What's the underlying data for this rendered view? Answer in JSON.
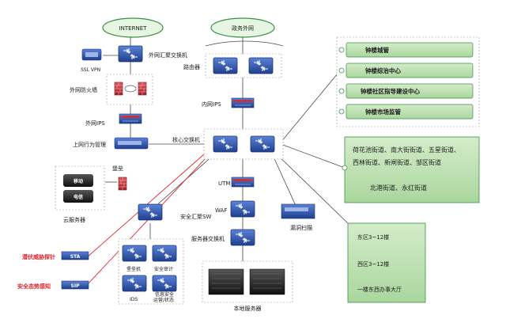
{
  "internet_label": "INTERNET",
  "gov_net_label": "政务外网",
  "ssl_vpn_label": "SSL VPN",
  "outer_agg_switch_label": "外网汇聚交换机",
  "router_label": "路由器",
  "outer_firewall_label": "外网防火墙",
  "inner_ips_label": "内网IPS",
  "outer_ips_label": "外网IPS",
  "behavior_mgmt_label": "上网行为管理",
  "core_switch_label": "核心交换机",
  "bastion_label": "堡垒",
  "utm_label": "UTM",
  "waf_label": "WAF",
  "sec_agg_switch_label": "安全汇聚SW",
  "server_switch_label": "服务器交换机",
  "vuln_scan_label": "漏洞扫描",
  "cloud_server_label": "云服务器",
  "cloud_mobile_label": "移动",
  "cloud_telecom_label": "电信",
  "sta_label": "STA",
  "sip_label": "SIP",
  "red_label_top": "潜伏威胁探针",
  "red_label_bottom": "安全态势感知",
  "local_server_label": "本地服务器",
  "ids_box": {
    "bastion_machine": "堡垒机",
    "security_audit": "安全审计",
    "ids": "IDS",
    "info_security": "信息安全",
    "info_security_2": "运营/状态"
  },
  "org_boxes": [
    "钟楼城管",
    "钟楼综治中心",
    "钟楼社区指导建设中心",
    "钟楼市场监管"
  ],
  "street_box": {
    "line1": "荷花池街道、南大街街道、五星街道、",
    "line2": "西林街道、新闸街道、邹区街道",
    "line3": "北港街道、永红街道"
  },
  "east_box": {
    "line1": "东区3~12楼",
    "line2": "西区3~12楼",
    "line3": "一楼东西办事大厅"
  },
  "colors": {
    "device_blue": "#2a4f9e",
    "firewall_red": "#c8333a",
    "green_box": "#b9ddb0",
    "green_border": "#3c8f45",
    "link_red": "#e0242b"
  }
}
